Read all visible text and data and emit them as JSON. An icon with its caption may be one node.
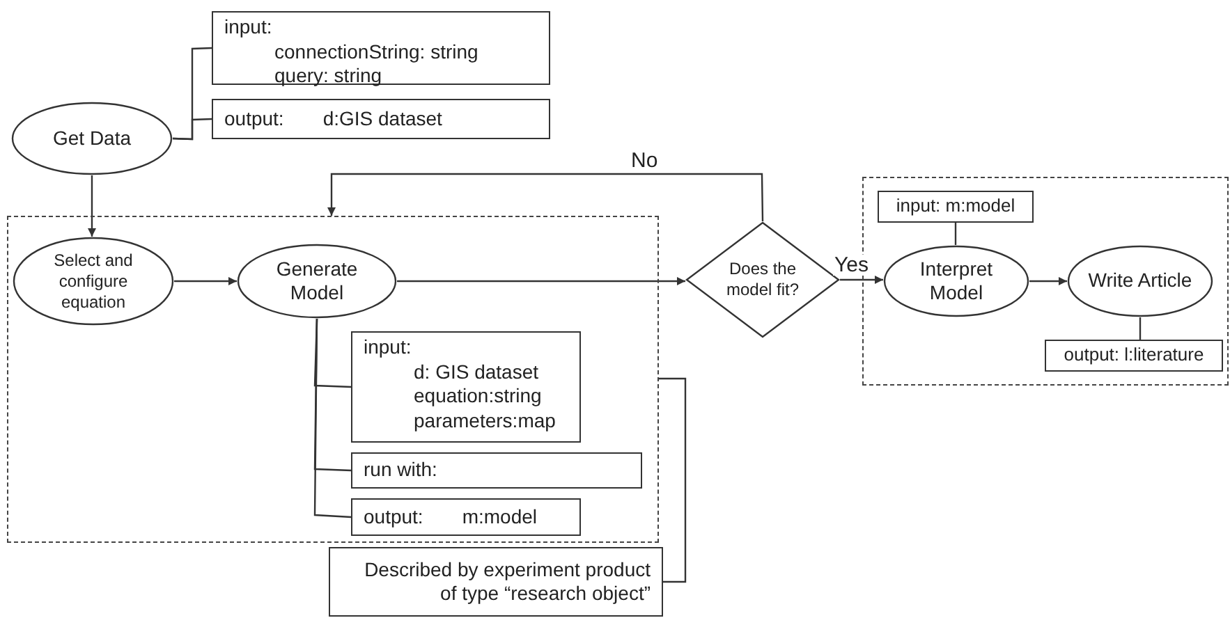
{
  "diagram": {
    "nodes": [
      {
        "text": [
          "Get Data"
        ]
      },
      {
        "text": [
          "input:",
          "connectionString: string",
          "query: string"
        ]
      },
      {
        "text": [
          "output:",
          "d:GIS dataset"
        ]
      },
      {
        "text": [],
        "shape": "box"
      },
      {
        "text": [
          "Select and configure equation"
        ],
        "in": 3
      },
      {
        "text": [
          "Generate Model"
        ],
        "in": 3
      },
      {
        "text": [
          "input:",
          "d: GIS dataset",
          "equation:string",
          "parameters:map"
        ],
        "in": 3
      },
      {
        "text": [
          "run with:"
        ],
        "in": 3
      },
      {
        "text": [
          "output:",
          "m:model"
        ],
        "in": 3
      },
      {
        "text": [
          "Described by experiment product of type “research object”"
        ]
      },
      {
        "text": [
          "Does the model fit?"
        ]
      },
      {
        "text": [],
        "shape": "box"
      },
      {
        "text": [
          "input: m:model"
        ],
        "in": 11
      },
      {
        "text": [
          "Interpret Model"
        ],
        "in": 11
      },
      {
        "text": [
          "Write Article"
        ],
        "in": 11
      },
      {
        "text": [
          "output: l:literature"
        ],
        "in": 11
      }
    ],
    "edges": [
      {
        "from": 0,
        "to": 1,
        "arrow": "none"
      },
      {
        "from": 0,
        "to": 2,
        "arrow": "none"
      },
      {
        "from": 0,
        "to": 4,
        "arrow": "to"
      },
      {
        "from": 4,
        "to": 5,
        "arrow": "to"
      },
      {
        "from": 5,
        "to": 10,
        "arrow": "to"
      },
      {
        "from": 5,
        "to": 6,
        "arrow": "none"
      },
      {
        "from": 5,
        "to": 7,
        "arrow": "none"
      },
      {
        "from": 5,
        "to": 8,
        "arrow": "none"
      },
      {
        "from": 10,
        "to": 3,
        "label": "No",
        "arrow": "to"
      },
      {
        "from": 10,
        "to": 13,
        "label": "Yes",
        "arrow": "to"
      },
      {
        "from": 12,
        "to": 13,
        "arrow": "none"
      },
      {
        "from": 13,
        "to": 14,
        "arrow": "to"
      },
      {
        "from": 14,
        "to": 15,
        "arrow": "none"
      },
      {
        "from": 9,
        "to": 3,
        "arrow": "none"
      }
    ]
  }
}
